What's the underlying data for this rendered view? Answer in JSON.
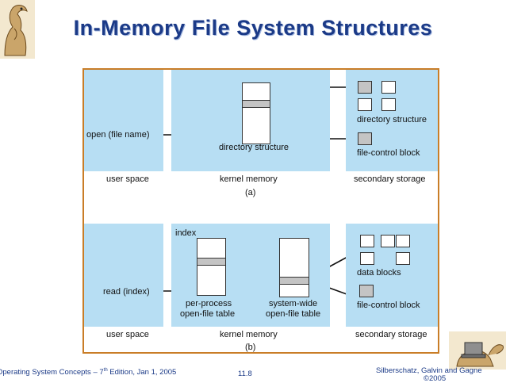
{
  "slide": {
    "title": "In-Memory File System Structures",
    "icons": [
      "dinosaur-icon",
      "dinosaur-laptop-icon"
    ]
  },
  "diagram_a": {
    "call_label": "open (file name)",
    "kernel_struct_label": "directory structure",
    "storage_struct_label": "directory structure",
    "fcb_label": "file-control block",
    "user_space": "user space",
    "kernel_memory": "kernel memory",
    "secondary_storage": "secondary storage",
    "caption": "(a)"
  },
  "diagram_b": {
    "index_label": "index",
    "call_label": "read (index)",
    "per_process_label_1": "per-process",
    "per_process_label_2": "open-file table",
    "system_wide_label_1": "system-wide",
    "system_wide_label_2": "open-file table",
    "data_blocks_label": "data blocks",
    "fcb_label": "file-control block",
    "user_space": "user space",
    "kernel_memory": "kernel memory",
    "secondary_storage": "secondary storage",
    "caption": "(b)"
  },
  "footer": {
    "left_pre": "Operating System Concepts – 7",
    "left_sup": "th",
    "left_post": " Edition, Jan 1, 2005",
    "center": "11.8",
    "right_1": "Silberschatz, Galvin and Gagne",
    "right_2": "©2005"
  },
  "colors": {
    "title": "#1b3a87",
    "panel": "#b7def3",
    "border": "#c97d27",
    "block_fill": "#c4c4c4"
  }
}
